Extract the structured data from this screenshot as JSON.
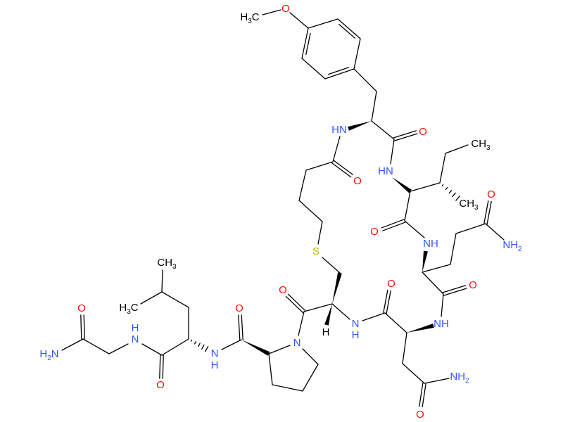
{
  "colors": {
    "carbon": "#000000",
    "nitrogen": "#3355ff",
    "oxygen": "#ff0d0d",
    "sulfur": "#b8b800"
  },
  "atoms": [
    {
      "a": "H",
      "sub": "3",
      "b": "C",
      "el": "C"
    },
    {
      "a": "O",
      "el": "O"
    },
    {
      "a": "HN",
      "el": "N"
    },
    {
      "a": "O",
      "el": "O"
    },
    {
      "a": "O",
      "el": "O"
    },
    {
      "a": "HN",
      "el": "N"
    },
    {
      "a": "CH",
      "sub": "3",
      "el": "C"
    },
    {
      "a": "CH",
      "sub": "3",
      "el": "C"
    },
    {
      "a": "O",
      "el": "O"
    },
    {
      "a": "NH",
      "el": "N"
    },
    {
      "a": "O",
      "el": "O"
    },
    {
      "a": "NH",
      "sub": "2",
      "el": "N"
    },
    {
      "a": "O",
      "el": "O"
    },
    {
      "a": "NH",
      "el": "N"
    },
    {
      "a": "O",
      "el": "O"
    },
    {
      "a": "NH",
      "sub": "2",
      "el": "N"
    },
    {
      "a": "O",
      "el": "O"
    },
    {
      "a": "N",
      "el": "N"
    },
    {
      "a": "H",
      "el": "N"
    },
    {
      "a": "H",
      "el": "C"
    },
    {
      "a": "S",
      "el": "S"
    },
    {
      "a": "O",
      "el": "O"
    },
    {
      "a": "N",
      "el": "N"
    },
    {
      "a": "O",
      "el": "O"
    },
    {
      "a": "N",
      "el": "N"
    },
    {
      "a": "H",
      "el": "N"
    },
    {
      "a": "CH",
      "sub": "3",
      "el": "C"
    },
    {
      "a": "H",
      "sub": "3",
      "b": "C",
      "el": "C"
    },
    {
      "a": "O",
      "el": "O"
    },
    {
      "a": "N",
      "el": "N"
    },
    {
      "a": "H",
      "el": "N"
    },
    {
      "a": "O",
      "el": "O"
    },
    {
      "a": "H",
      "sub": "2",
      "b": "N",
      "el": "N"
    }
  ]
}
